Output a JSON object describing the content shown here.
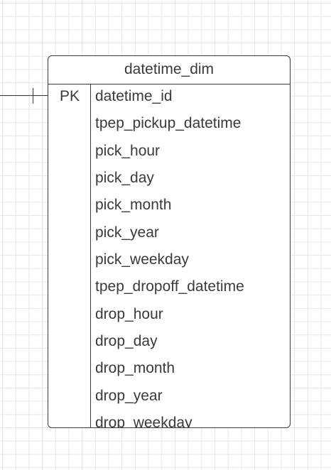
{
  "entity": {
    "name": "datetime_dim",
    "key_label": "PK",
    "fields": [
      "datetime_id",
      "tpep_pickup_datetime",
      "pick_hour",
      "pick_day",
      "pick_month",
      "pick_year",
      "pick_weekday",
      "tpep_dropoff_datetime",
      "drop_hour",
      "drop_day",
      "drop_month",
      "drop_year",
      "drop_weekday"
    ]
  },
  "relationship": {
    "notation": "crow's foot",
    "end": "one"
  }
}
